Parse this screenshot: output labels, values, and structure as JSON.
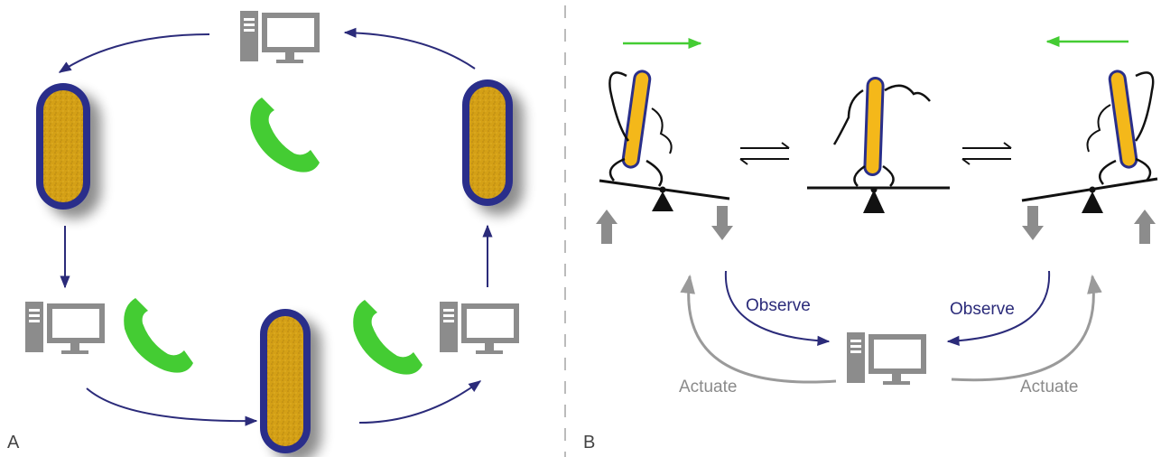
{
  "panels": {
    "a_label": "A",
    "b_label": "B"
  },
  "panel_b": {
    "observe_left": "Observe",
    "observe_right": "Observe",
    "actuate_left": "Actuate",
    "actuate_right": "Actuate"
  },
  "colors": {
    "blue_arrow": "#2b2b7a",
    "gray": "#8c8c8c",
    "green": "#44cc33",
    "cell_fill": "#d4a017",
    "cell_outline": "#2a2f8a",
    "bacterium_fill": "#f4b81a",
    "divider": "#bbbbbb"
  },
  "icons": [
    "computer-icon",
    "phone-icon",
    "bacterium-cell",
    "seesaw-lever",
    "fulcrum-icon",
    "equilibrium-arrows-icon"
  ]
}
